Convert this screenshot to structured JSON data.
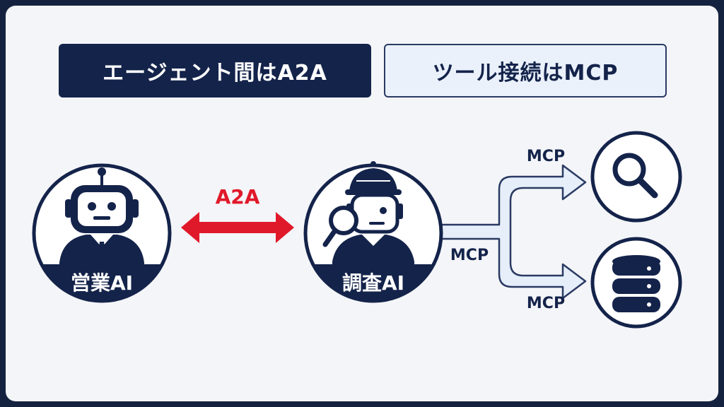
{
  "header": {
    "agent_protocol_label": "エージェント間はA2A",
    "tool_protocol_label": "ツール接続はMCP"
  },
  "agents": {
    "sales": {
      "label": "営業AI"
    },
    "research": {
      "label": "調査AI"
    }
  },
  "connections": {
    "a2a_label": "A2A",
    "mcp_trunk_label": "MCP",
    "mcp_top_label": "MCP",
    "mcp_bottom_label": "MCP"
  },
  "tools": {
    "top_icon": "search-icon",
    "bottom_icon": "database-icon"
  },
  "colors": {
    "navy": "#14234a",
    "a2a_red": "#e0192a",
    "mcp_arrow_fill": "#e6eef9",
    "background": "#f4f5f8"
  }
}
